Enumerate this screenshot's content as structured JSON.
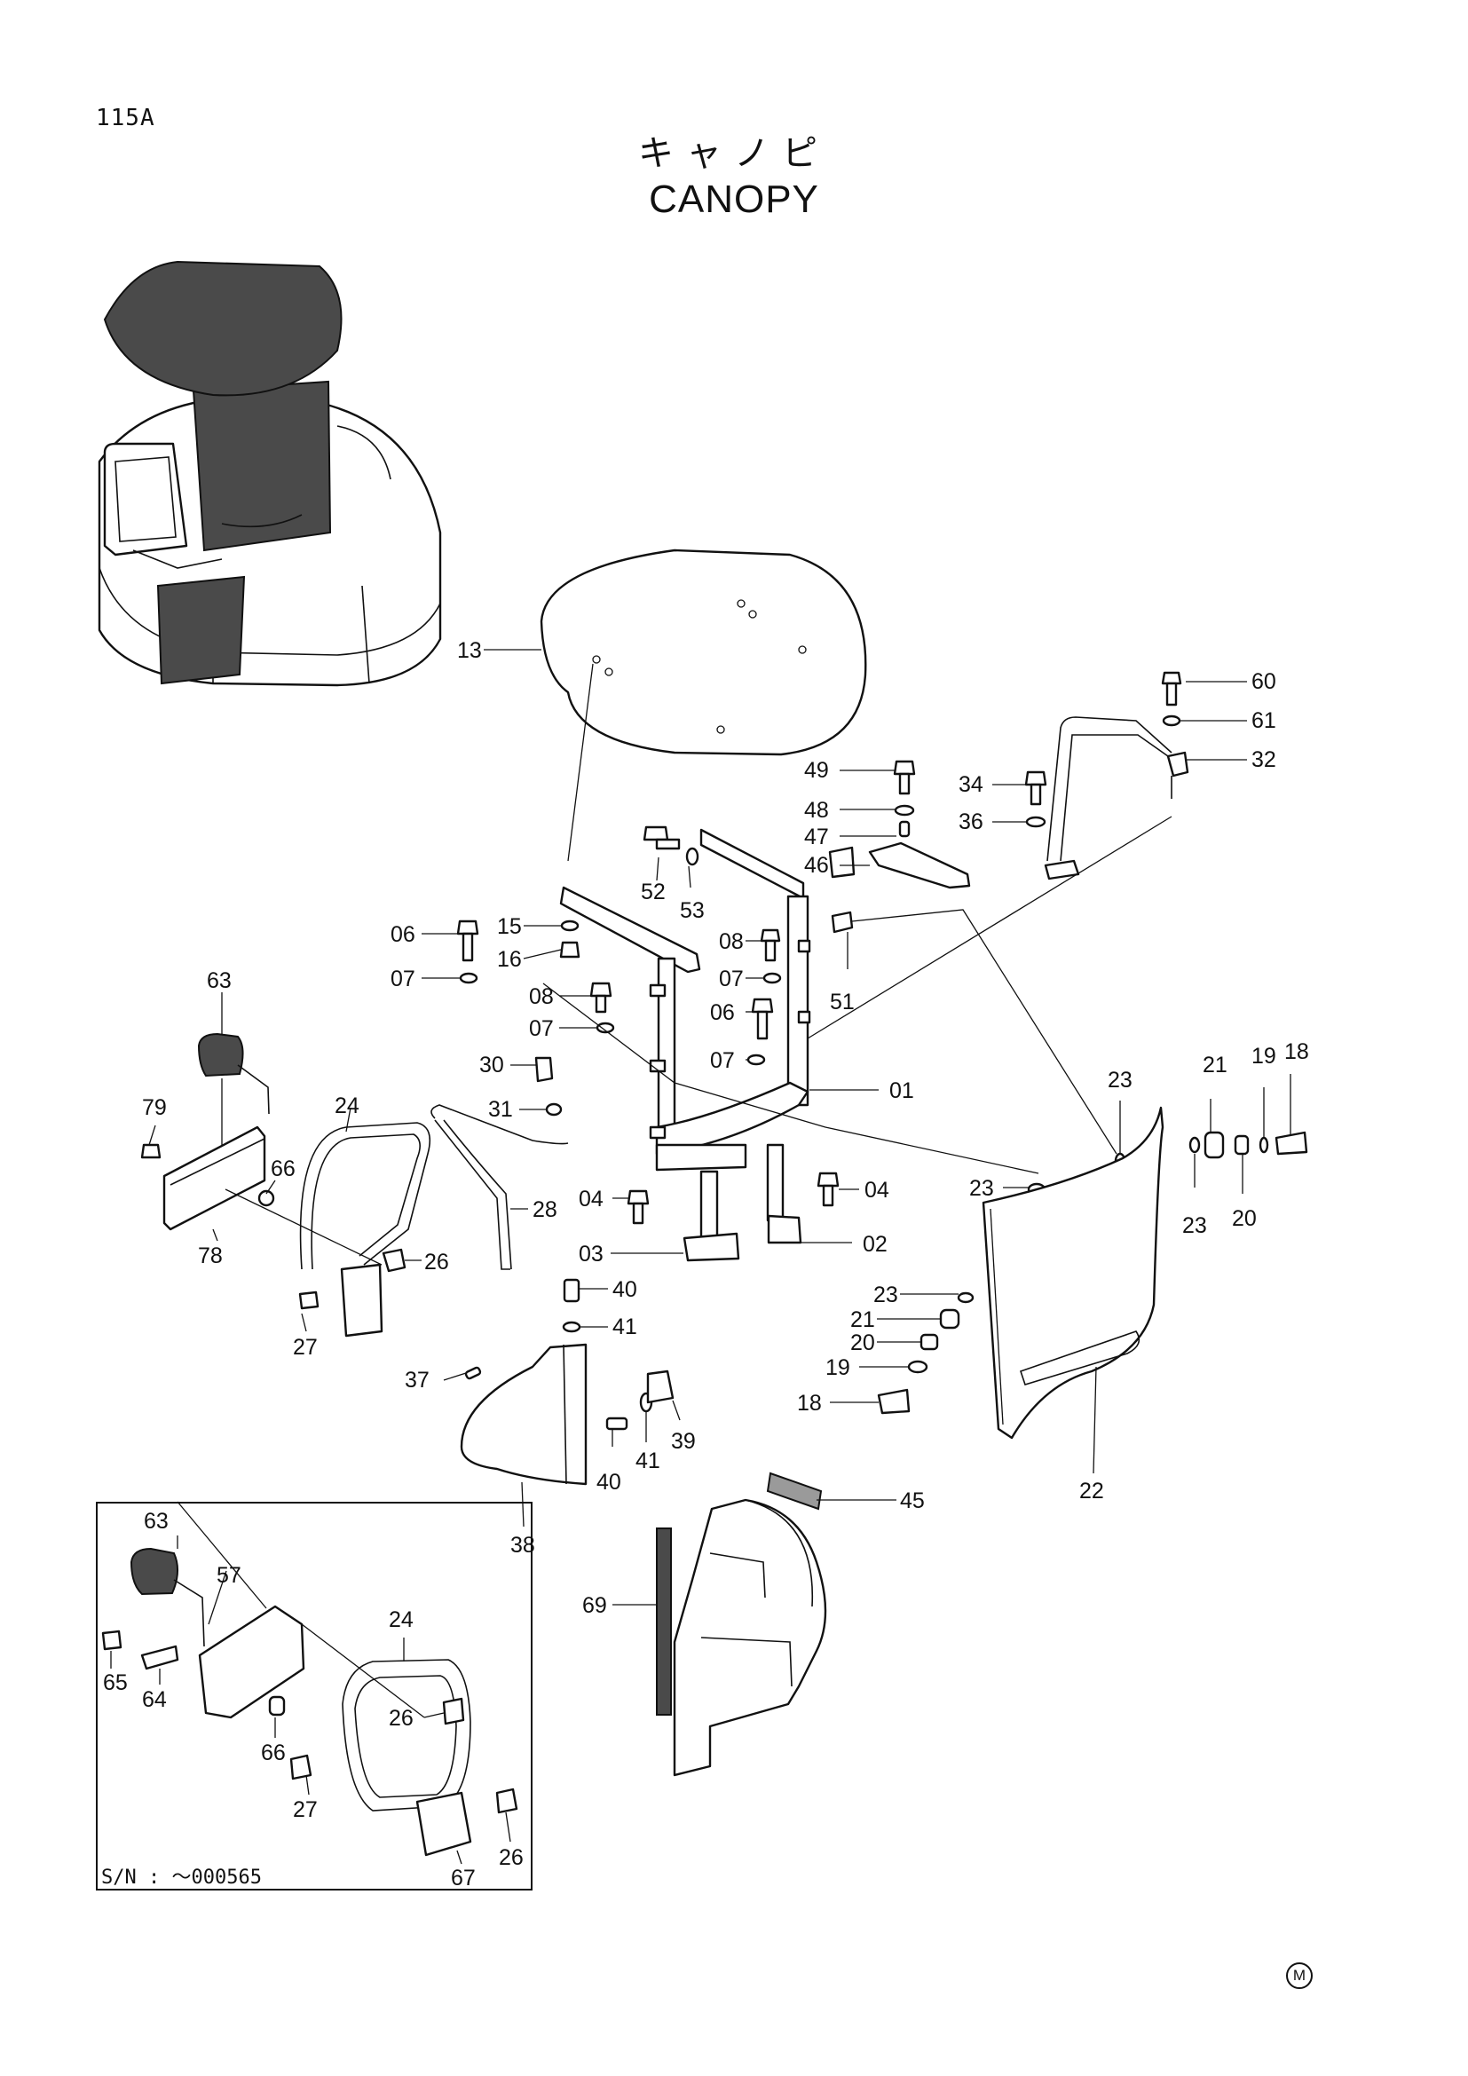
{
  "page": {
    "id": "115A",
    "title_ja": "キャノピ",
    "title_en": "CANOPY",
    "inset_serial": "S/N : ～000565",
    "mark": "M"
  },
  "labels": [
    {
      "key": "l60",
      "text": "60"
    },
    {
      "key": "l61",
      "text": "61"
    },
    {
      "key": "l32",
      "text": "32"
    },
    {
      "key": "l49",
      "text": "49"
    },
    {
      "key": "l34",
      "text": "34"
    },
    {
      "key": "l48",
      "text": "48"
    },
    {
      "key": "l36",
      "text": "36"
    },
    {
      "key": "l47",
      "text": "47"
    },
    {
      "key": "l46",
      "text": "46"
    },
    {
      "key": "l13",
      "text": "13"
    },
    {
      "key": "l52",
      "text": "52"
    },
    {
      "key": "l53",
      "text": "53"
    },
    {
      "key": "l06a",
      "text": "06"
    },
    {
      "key": "l15",
      "text": "15"
    },
    {
      "key": "l16",
      "text": "16"
    },
    {
      "key": "l08a",
      "text": "08"
    },
    {
      "key": "l07a",
      "text": "07"
    },
    {
      "key": "l51",
      "text": "51"
    },
    {
      "key": "l07b",
      "text": "07"
    },
    {
      "key": "l08b",
      "text": "08"
    },
    {
      "key": "l07c",
      "text": "07"
    },
    {
      "key": "l06b",
      "text": "06"
    },
    {
      "key": "l07d",
      "text": "07"
    },
    {
      "key": "l63",
      "text": "63"
    },
    {
      "key": "l30",
      "text": "30"
    },
    {
      "key": "l31",
      "text": "31"
    },
    {
      "key": "l01",
      "text": "01"
    },
    {
      "key": "l23a",
      "text": "23"
    },
    {
      "key": "l21a",
      "text": "21"
    },
    {
      "key": "l19a",
      "text": "19"
    },
    {
      "key": "l18a",
      "text": "18"
    },
    {
      "key": "l79",
      "text": "79"
    },
    {
      "key": "l24",
      "text": "24"
    },
    {
      "key": "l66",
      "text": "66"
    },
    {
      "key": "l78",
      "text": "78"
    },
    {
      "key": "l28",
      "text": "28"
    },
    {
      "key": "l04a",
      "text": "04"
    },
    {
      "key": "l04b",
      "text": "04"
    },
    {
      "key": "l23b",
      "text": "23"
    },
    {
      "key": "l23c",
      "text": "23"
    },
    {
      "key": "l20a",
      "text": "20"
    },
    {
      "key": "l26",
      "text": "26"
    },
    {
      "key": "l03",
      "text": "03"
    },
    {
      "key": "l02",
      "text": "02"
    },
    {
      "key": "l27",
      "text": "27"
    },
    {
      "key": "l40a",
      "text": "40"
    },
    {
      "key": "l41a",
      "text": "41"
    },
    {
      "key": "l23d",
      "text": "23"
    },
    {
      "key": "l21b",
      "text": "21"
    },
    {
      "key": "l20b",
      "text": "20"
    },
    {
      "key": "l19b",
      "text": "19"
    },
    {
      "key": "l37",
      "text": "37"
    },
    {
      "key": "l18b",
      "text": "18"
    },
    {
      "key": "l39",
      "text": "39"
    },
    {
      "key": "l41b",
      "text": "41"
    },
    {
      "key": "l40b",
      "text": "40"
    },
    {
      "key": "l22",
      "text": "22"
    },
    {
      "key": "l45",
      "text": "45"
    },
    {
      "key": "l38",
      "text": "38"
    },
    {
      "key": "l69",
      "text": "69"
    },
    {
      "key": "i63",
      "text": "63"
    },
    {
      "key": "i57",
      "text": "57"
    },
    {
      "key": "i24",
      "text": "24"
    },
    {
      "key": "i26a",
      "text": "26"
    },
    {
      "key": "i65",
      "text": "65"
    },
    {
      "key": "i64",
      "text": "64"
    },
    {
      "key": "i66",
      "text": "66"
    },
    {
      "key": "i27",
      "text": "27"
    },
    {
      "key": "i26b",
      "text": "26"
    },
    {
      "key": "i67",
      "text": "67"
    }
  ]
}
